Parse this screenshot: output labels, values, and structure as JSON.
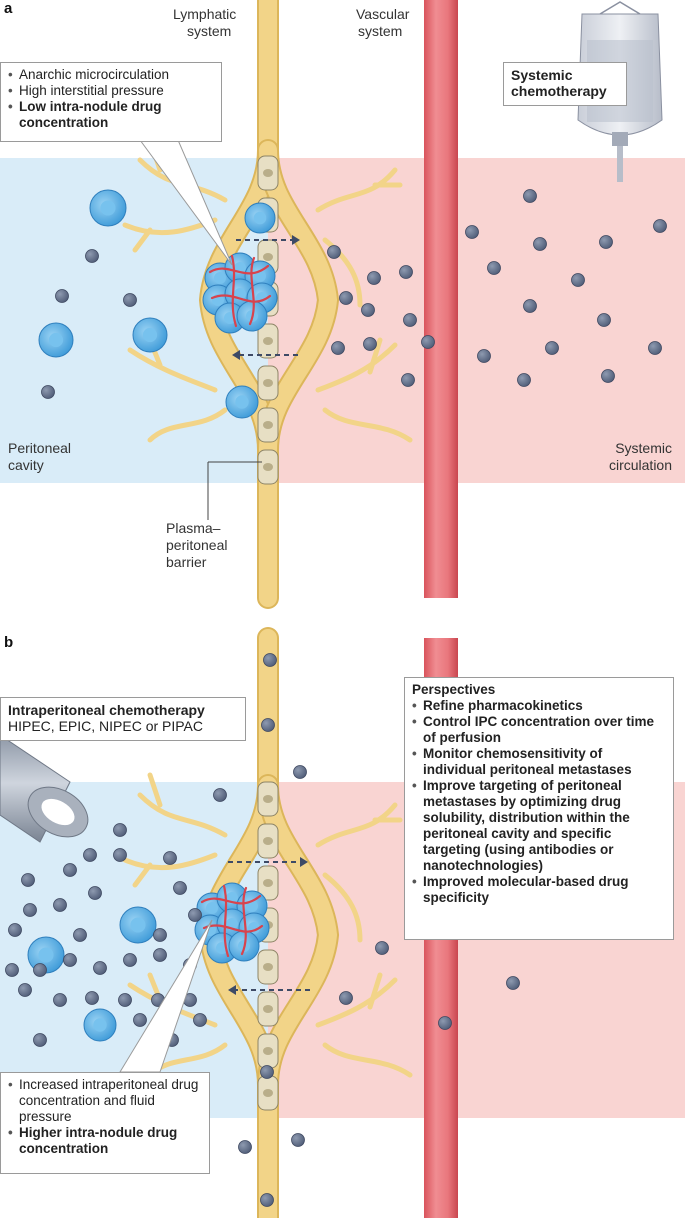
{
  "panel_a": {
    "letter": "a",
    "lymphatic_label": [
      "Lymphatic",
      "system"
    ],
    "vascular_label": [
      "Vascular",
      "system"
    ],
    "systemic_chemo": [
      "Systemic",
      "chemotherapy"
    ],
    "callout_items": [
      {
        "text": "Anarchic microcirculation",
        "bold": false
      },
      {
        "text": "High interstitial pressure",
        "bold": false
      },
      {
        "text": "Low intra-nodule drug concentration",
        "bold": true
      }
    ],
    "peritoneal_label": [
      "Peritoneal",
      "cavity"
    ],
    "systemic_label": [
      "Systemic",
      "circulation"
    ],
    "barrier_label": [
      "Plasma–",
      "peritoneal",
      "barrier"
    ]
  },
  "panel_b": {
    "letter": "b",
    "ipc_title": "Intraperitoneal chemotherapy",
    "ipc_subtitle": "HIPEC, EPIC, NIPEC or PIPAC",
    "perspectives_title": "Perspectives",
    "perspectives_items": [
      "Refine pharmacokinetics",
      "Control IPC concentration over time of perfusion",
      "Monitor chemosensitivity of individual peritoneal metastases",
      "Improve targeting of peritoneal metastases by optimizing drug solubility, distribution within the peritoneal cavity and specific targeting (using antibodies or nanotechnologies)",
      "Improved molecular-based drug specificity"
    ],
    "callout_items": [
      {
        "text": "Increased intraperitoneal drug concentration and fluid pressure",
        "bold": false
      },
      {
        "text": "Higher intra-nodule drug concentration",
        "bold": true
      }
    ]
  },
  "colors": {
    "peritoneal_bg": "#d9ecf8",
    "systemic_bg": "#f9d4d2",
    "vessel": "#e06b72",
    "lymph": "#f2d488",
    "drug": "#6c7a93",
    "cell": "#5db4e8"
  }
}
